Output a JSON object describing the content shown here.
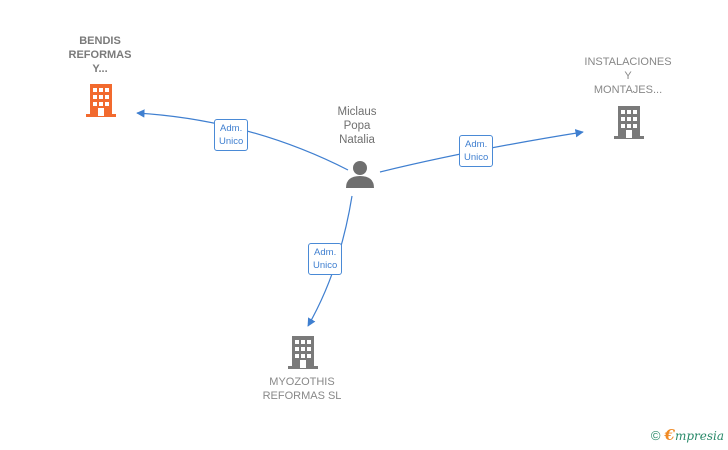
{
  "center": {
    "name": "Miclaus\nPopa\nNatalia",
    "icon": "person-icon",
    "color": "#6f6f6f"
  },
  "companies": [
    {
      "name": "BENDIS\nREFORMAS\nY...",
      "icon": "building-icon",
      "color": "#f26a2e",
      "highlight": true
    },
    {
      "name": "INSTALACIONES\nY\nMONTAJES...",
      "icon": "building-icon",
      "color": "#7a7a7a",
      "highlight": false
    },
    {
      "name": "MYOZOTHIS\nREFORMAS  SL",
      "icon": "building-icon",
      "color": "#7a7a7a",
      "highlight": false
    }
  ],
  "relations": [
    {
      "label": "Adm.\nUnico",
      "target": 0
    },
    {
      "label": "Adm.\nUnico",
      "target": 1
    },
    {
      "label": "Adm.\nUnico",
      "target": 2
    }
  ],
  "footer": {
    "copyright": "©",
    "brand_initial": "€",
    "brand_rest": "mpresia"
  },
  "colors": {
    "edge": "#3f7fd0",
    "background": "#ffffff"
  }
}
